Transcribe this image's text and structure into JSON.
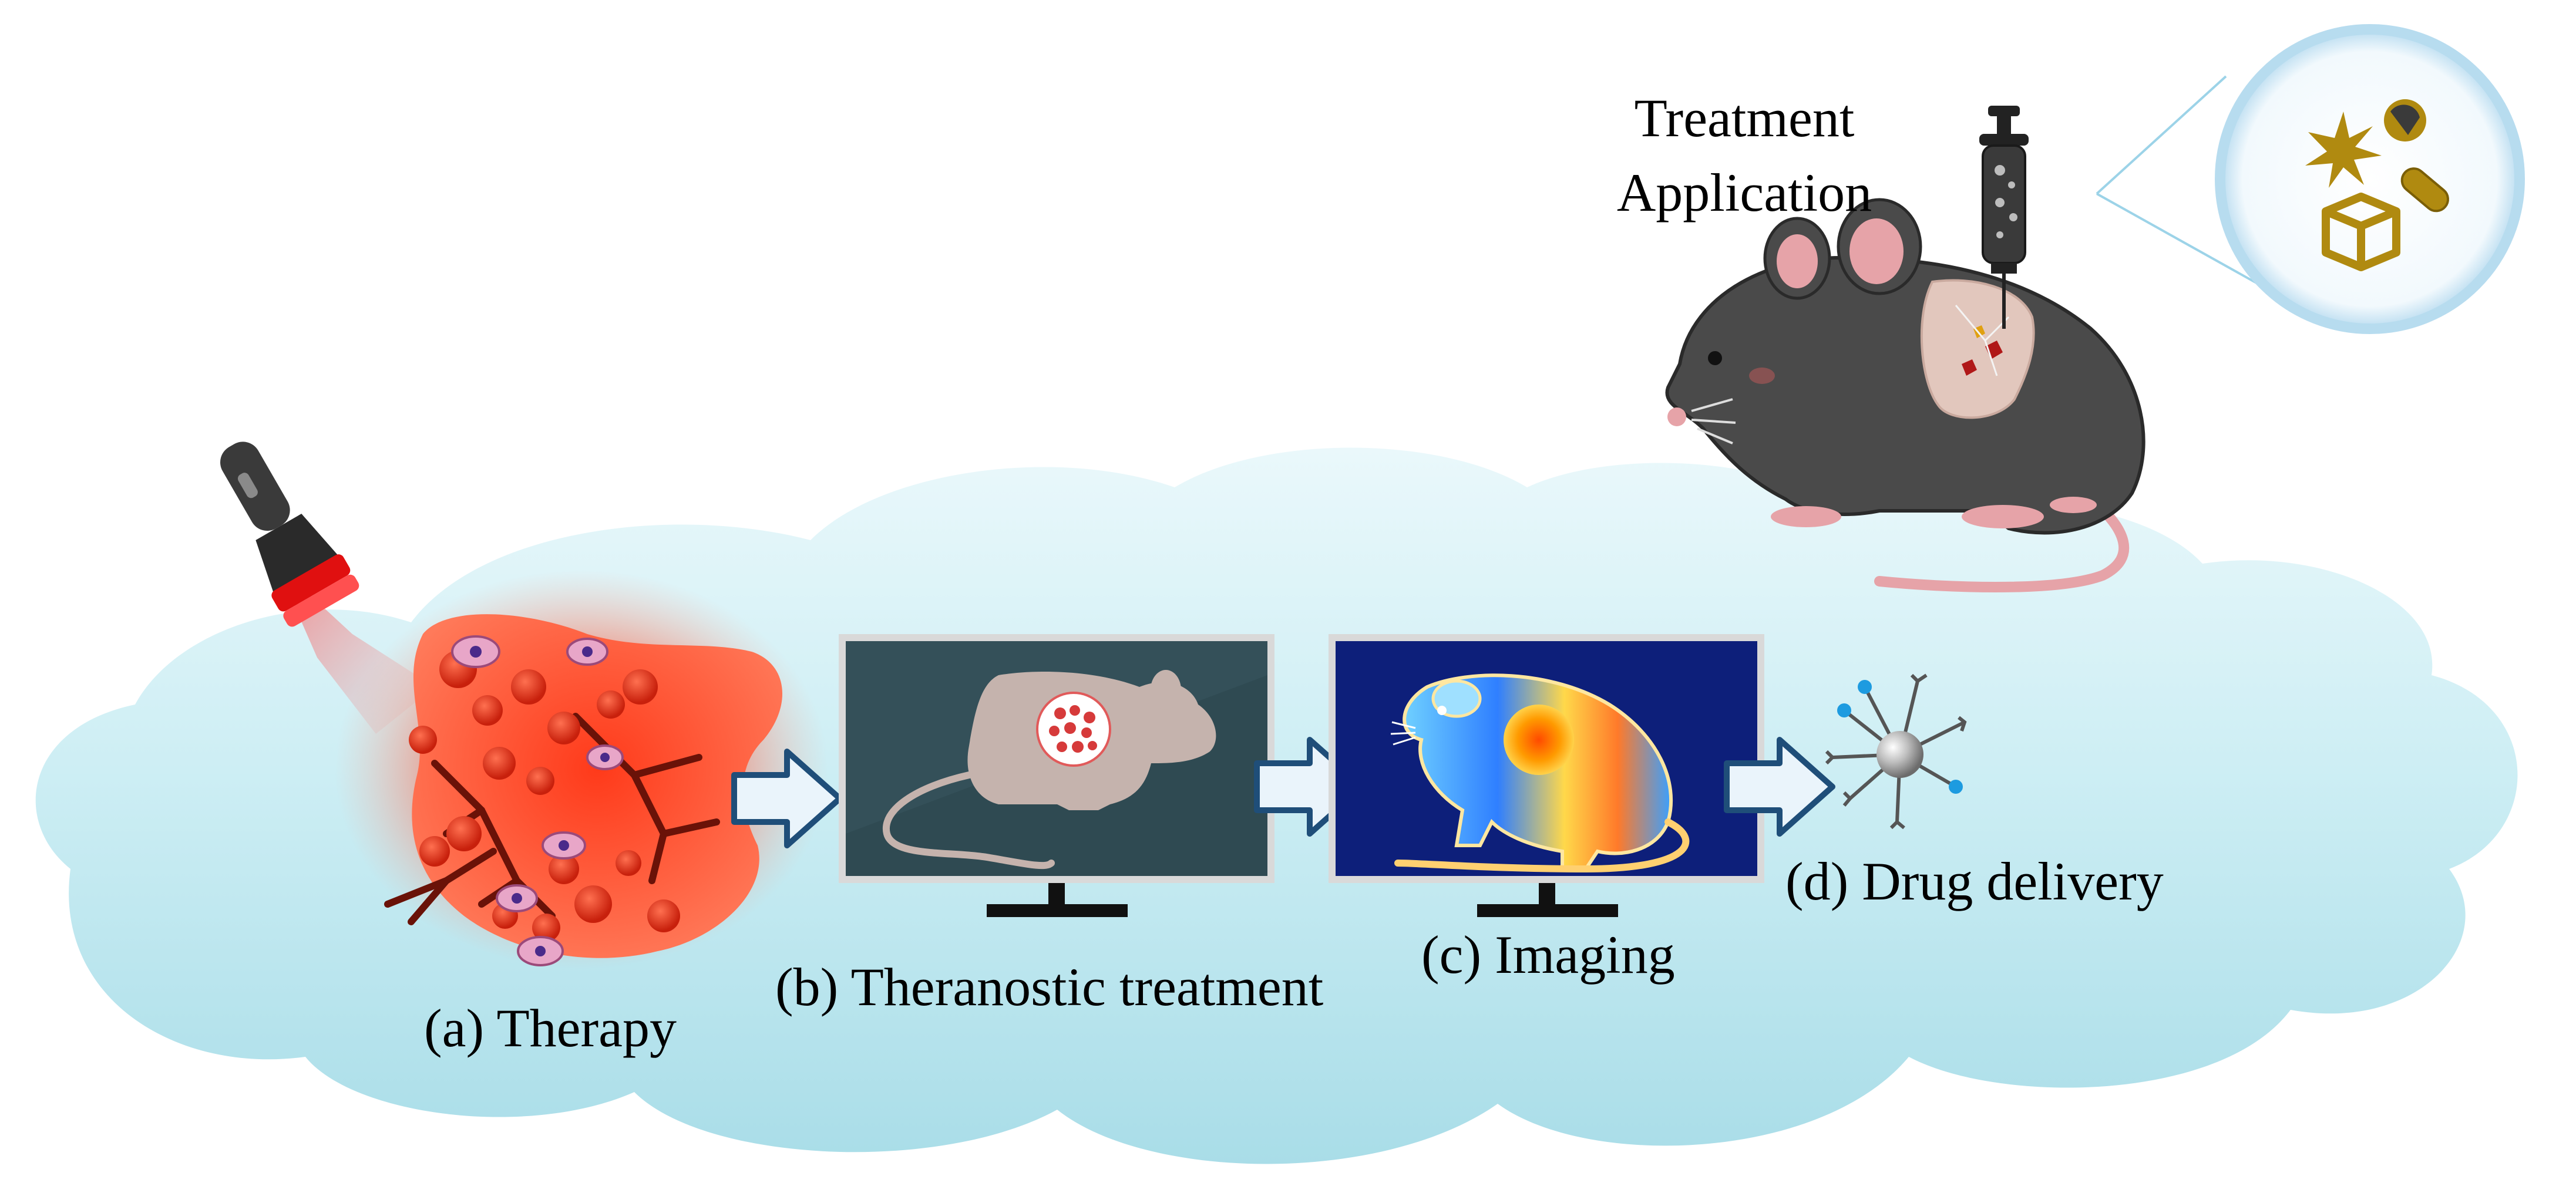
{
  "figure": {
    "top_label": {
      "line1": "Treatment",
      "line2": "Application"
    },
    "steps": [
      {
        "label": "(a) Therapy"
      },
      {
        "label": "(b) Theranostic treatment"
      },
      {
        "label": "(c) Imaging"
      },
      {
        "label": "(d) Drug delivery"
      }
    ],
    "colors": {
      "cloud": "#c6e9f0",
      "cloud_light": "#eaf8fb",
      "arrow_fill": "#eaf4fb",
      "arrow_stroke": "#1f4e79",
      "tumor": "#ff5a3c",
      "monitor_dark": "#2f4a52",
      "monitor_blue": "#0d1f7a",
      "mouse_dark": "#4a4a4a",
      "gold": "#b08a10",
      "nano_blue": "#1d9be0"
    },
    "icons": [
      "flashlight-icon",
      "tumor-icon",
      "monitor-icon",
      "mouse-icon",
      "syringe-icon",
      "nanoparticle-icon",
      "magnifier-bubble-icon"
    ]
  }
}
